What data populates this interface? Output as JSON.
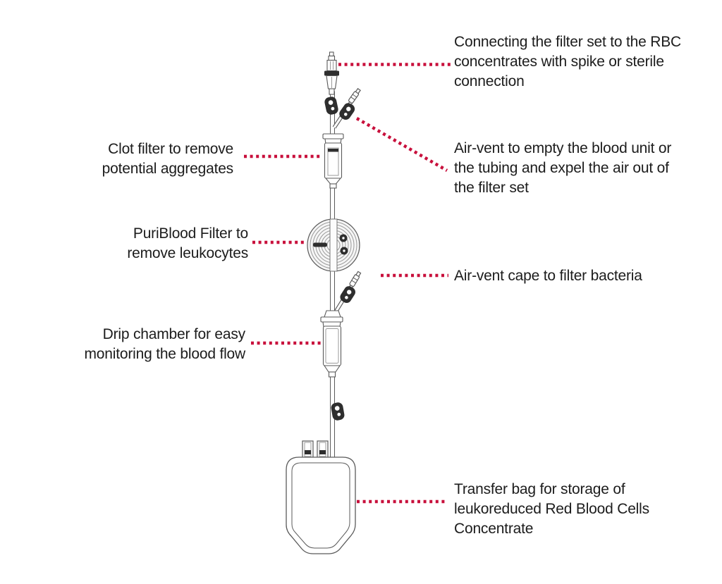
{
  "labels": {
    "spike_connection": {
      "lines": [
        "Connecting the filter set to the RBC",
        "concentrates with spike or sterile",
        "connection"
      ]
    },
    "air_vent": {
      "lines": [
        "Air-vent to empty the blood unit or",
        "the tubing and expel the air out of",
        "the filter set"
      ]
    },
    "clot_filter": {
      "lines": [
        "Clot filter to remove",
        "potential aggregates"
      ]
    },
    "puriblood_filter": {
      "lines": [
        "PuriBlood Filter to",
        "remove leukocytes"
      ]
    },
    "air_vent_cape": {
      "lines": [
        "Air-vent cape to filter bacteria"
      ]
    },
    "drip_chamber": {
      "lines": [
        "Drip chamber for easy",
        "monitoring the blood flow"
      ]
    },
    "transfer_bag": {
      "lines": [
        "Transfer bag for storage of",
        "leukoreduced Red Blood Cells",
        "Concentrate"
      ]
    }
  },
  "device": {
    "parts": [
      "spike connector",
      "roller clamp",
      "air-vent",
      "clot filter",
      "PuriBlood filter",
      "air-vent cape",
      "drip chamber",
      "roller clamp",
      "transfer bag"
    ]
  },
  "colors": {
    "leader": "#C8103C",
    "text": "#1C1C1C",
    "outline": "#5A5A5A",
    "outline_light": "#9A9A9A",
    "clamp": "#2E2E2E",
    "background": "#FFFFFF"
  }
}
